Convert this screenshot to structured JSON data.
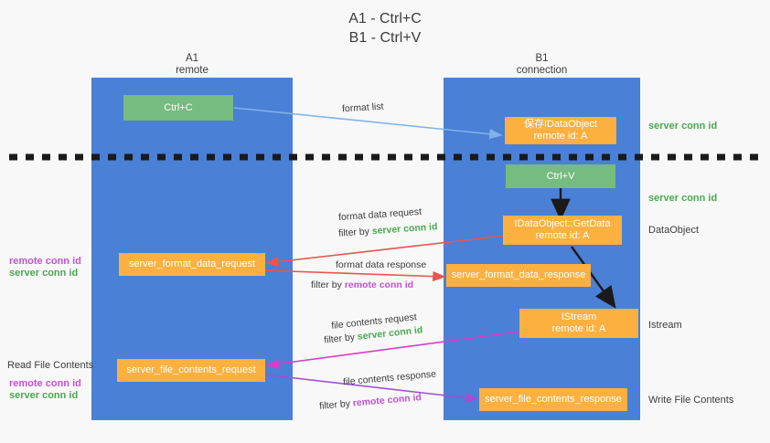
{
  "title": {
    "line1": "A1 - Ctrl+C",
    "line2": "B1 - Ctrl+V"
  },
  "columns": [
    {
      "id": "a1",
      "name": "A1",
      "sub": "remote"
    },
    {
      "id": "b1",
      "name": "B1",
      "sub": "connection"
    }
  ],
  "boxes": {
    "ctrl_c": "Ctrl+C",
    "ctrl_v": "Ctrl+V",
    "save_idataobject_l1": "保存IDataObject",
    "save_idataobject_l2": "remote id: A",
    "getdata_l1": "IDataObject::GetData",
    "getdata_l2": "remote id: A",
    "istream_l1": "IStream",
    "istream_l2": "remote id: A",
    "server_format_data_request": "server_format_data_request",
    "server_format_data_response": "server_format_data_response",
    "server_file_contents_request": "server_file_contents_request",
    "server_file_contents_response": "server_file_contents_response"
  },
  "right_labels": {
    "server_conn_id_top": "server conn id",
    "server_conn_id_mid": "server conn id",
    "dataobject": "DataObject",
    "istream": "Istream",
    "write_file_contents": "Write File Contents"
  },
  "left_labels": {
    "remote_conn_id_1": "remote conn id",
    "server_conn_id_1": "server conn id",
    "read_file_contents": "Read File Contents",
    "remote_conn_id_2": "remote conn id",
    "server_conn_id_2": "server conn id"
  },
  "arrow_labels": {
    "format_list": "format list",
    "format_data_request": "format data request",
    "format_data_request_filter_prefix": "filter by ",
    "format_data_request_filter_value": "server conn id",
    "format_data_response": "format data response",
    "format_data_response_filter_prefix": "filter by ",
    "format_data_response_filter_value": "remote conn id",
    "file_contents_request": "file contents request",
    "file_contents_request_filter_prefix": "filter by ",
    "file_contents_request_filter_value": "server conn id",
    "file_contents_response": "file contents response",
    "file_contents_response_filter_prefix": "filter by ",
    "file_contents_response_filter_value": "remote conn id"
  },
  "colors": {
    "column_blue": "#4a80d6",
    "box_green": "#76bb7f",
    "box_orange": "#fbb040",
    "label_green": "#4aa84f",
    "label_purple": "#c252d6",
    "arrow_lightblue": "#7fb3e8",
    "arrow_red": "#e8554e",
    "arrow_magenta": "#d43ec8",
    "arrow_purple": "#a24fd6",
    "arrow_black": "#1a1a1a",
    "background": "#f8f8f8"
  }
}
